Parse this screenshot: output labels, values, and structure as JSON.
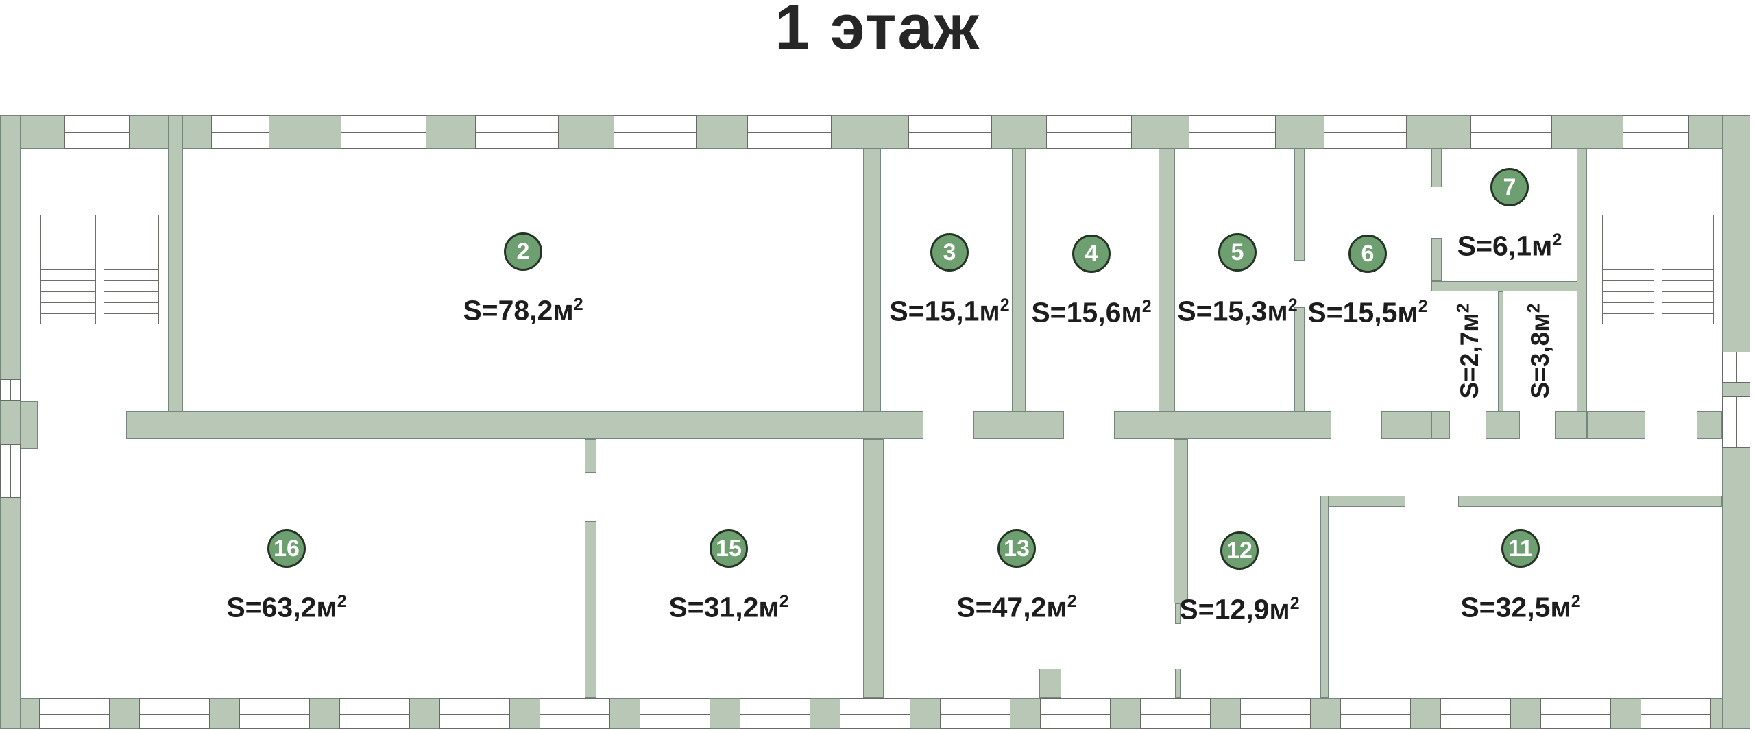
{
  "page": {
    "title": "1 этаж"
  },
  "colors": {
    "wall_fill": "#b9c7b7",
    "wall_outline": "#75867a",
    "badge_fill": "#6e9f70",
    "badge_outline": "#243324",
    "badge_text": "#ffffff",
    "label_text": "#1d1d1d"
  },
  "rooms": [
    {
      "num": "2",
      "area": "S=78,2м",
      "exp": "2"
    },
    {
      "num": "3",
      "area": "S=15,1м",
      "exp": "2"
    },
    {
      "num": "4",
      "area": "S=15,6м",
      "exp": "2"
    },
    {
      "num": "5",
      "area": "S=15,3м",
      "exp": "2"
    },
    {
      "num": "6",
      "area": "S=15,5м",
      "exp": "2"
    },
    {
      "num": "7",
      "area": "S=6,1м",
      "exp": "2"
    },
    {
      "num": "11",
      "area": "S=32,5м",
      "exp": "2"
    },
    {
      "num": "12",
      "area": "S=12,9м",
      "exp": "2"
    },
    {
      "num": "13",
      "area": "S=47,2м",
      "exp": "2"
    },
    {
      "num": "15",
      "area": "S=31,2м",
      "exp": "2"
    },
    {
      "num": "16",
      "area": "S=63,2м",
      "exp": "2"
    }
  ],
  "closets": [
    {
      "area": "S=2,7м",
      "exp": "2"
    },
    {
      "area": "S=3,8м",
      "exp": "2"
    }
  ]
}
